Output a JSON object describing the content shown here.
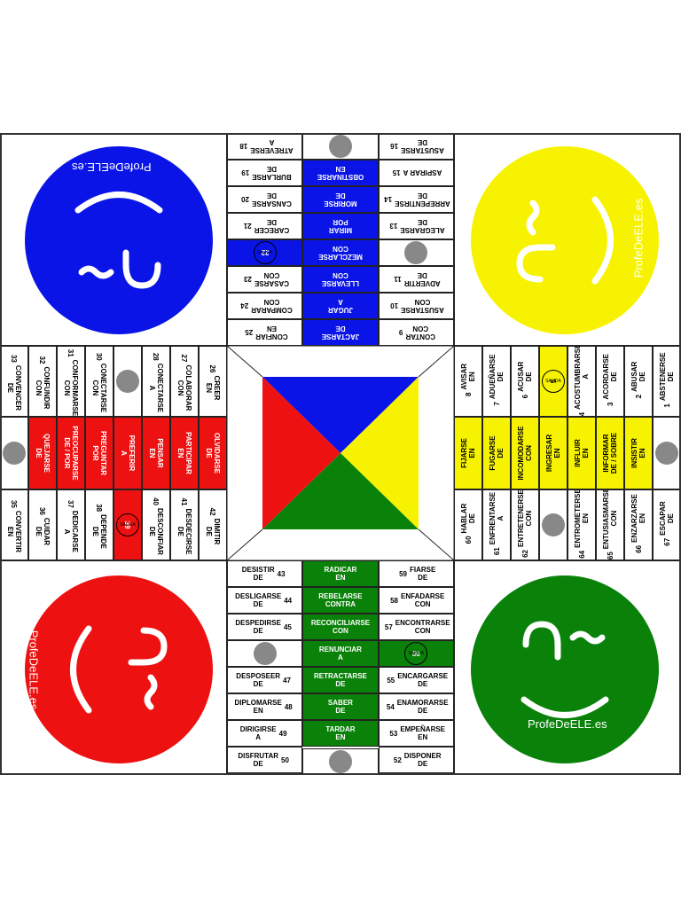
{
  "brand": "ProfeDeELE.es",
  "colors": {
    "blue": "#0a14e6",
    "yellow": "#f7f300",
    "red": "#ee1111",
    "green": "#0a820a",
    "safe": "#888888"
  },
  "salida_label": "SALIDA",
  "center_icon": "four-triangle-center",
  "cells": {
    "1": "ABSTENERSE\nDE",
    "2": "ABUSAR\nDE",
    "3": "ACORDARSE\nDE",
    "4": "ACOSTUMBRARSE\nA",
    "5": "",
    "6": "ACUSAR\nDE",
    "7": "ADUEÑARSE\nDE",
    "8": "AVISAR\nEN",
    "9": "CONTAR\nCON",
    "10": "ASUSTARSE\nCON",
    "11": "ADVERTIR\nDE",
    "12": "",
    "13": "ALEGRARSE\nDE",
    "14": "ARREPENTIRSE\nDE",
    "15": "ASPIRAR A",
    "16": "ASUSTARSE\nDE",
    "17": "",
    "18": "ATREVERSE\nA",
    "19": "BURLARSE\nDE",
    "20": "CANSARSE\nDE",
    "21": "CARECER\nDE",
    "22": "",
    "23": "CASARSE\nCON",
    "24": "COMPARAR\nCON",
    "25": "CONFIAR\nEN",
    "26": "CREER\nEN",
    "27": "COLABORAR\nCON",
    "28": "CONECTARSE\nA",
    "29": "",
    "30": "CONECTARSE\nCON",
    "31": "CONFORMARSE\nCON",
    "32": "CONFUNDIR\nCON",
    "33": "CONVENCER\nDE",
    "34": "",
    "35": "CONVERTIR\nEN",
    "36": "CUIDAR\nDE",
    "37": "DEDICARSE\nA",
    "38": "DEPENDE\nDE",
    "39": "",
    "40": "DESCONFIAR\nDE",
    "41": "DESDECIRSE\nDE",
    "42": "DIMITIR\nDE",
    "43": "DESISTIR\nDE",
    "44": "DESLIGARSE\nDE",
    "45": "DESPEDIRSE\nDE",
    "46": "",
    "47": "DESPOSEER\nDE",
    "48": "DIPLOMARSE\nEN",
    "49": "DIRIGIRSE\nA",
    "50": "DISFRUTAR\nDE",
    "51": "",
    "52": "DISPONER\nDE",
    "53": "EMPEÑARSE\nEN",
    "54": "ENAMORARSE\nDE",
    "55": "ENCARGARSE\nDE",
    "56": "",
    "57": "ENCONTRARSE\nCON",
    "58": "ENFADARSE\nCON",
    "59": "FIARSE\nDE",
    "60": "HABLAR\nDE",
    "61": "ENFRENTARSE\nA",
    "62": "ENTRETENERSE\nCON",
    "63": "",
    "64": "ENTROMETERSE\nEN",
    "65": "ENTUSIASMARSE\nCON",
    "66": "ENZARZARSE\nEN",
    "67": "ESCAPAR\nDE",
    "68": ""
  },
  "lanes": {
    "blue": [
      "JACTARSE\nDE",
      "JUGAR\nA",
      "LLEVARSE\nCON",
      "MEZCLARSE\nCON",
      "MIRAR\nPOR",
      "MORIRSE\nDE",
      "OBSTINARSE\nEN"
    ],
    "yellow": [
      "FIJARSE\nEN",
      "FUGARSE\nDE",
      "INCOMODARSE\nCON",
      "INGRESAR\nEN",
      "INFLUIR\nEN",
      "INFORMAR\nDE / SOBRE",
      "INSISTIR\nEN"
    ],
    "red": [
      "OLVIDARSE\nDE",
      "PARTICIPAR\nEN",
      "PENSAR\nEN",
      "PREFERIR\nA",
      "PREGUNTAR\nPOR",
      "PREOCUPARSE\nDE / POR",
      "QUEJARSE\nDE"
    ],
    "green": [
      "RADICAR\nEN",
      "REBELARSE\nCONTRA",
      "RECONCILIARSE\nCON",
      "RENUNCIAR\nA",
      "RETRACTARSE\nDE",
      "SABER\nDE",
      "TARDAR\nEN"
    ]
  }
}
